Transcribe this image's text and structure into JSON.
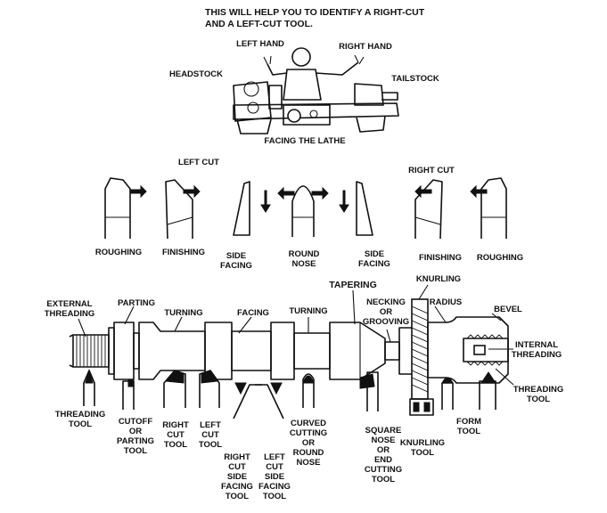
{
  "intro": {
    "line1": "THIS WILL HELP YOU TO IDENTIFY A RIGHT-CUT",
    "line2": "AND A LEFT-CUT TOOL."
  },
  "lathe": {
    "left_hand": "LEFT HAND",
    "right_hand": "RIGHT HAND",
    "headstock": "HEADSTOCK",
    "tailstock": "TAILSTOCK",
    "facing": "FACING THE LATHE"
  },
  "tool_shapes": {
    "left_cut": "LEFT CUT",
    "right_cut": "RIGHT CUT",
    "roughing_left": "ROUGHING",
    "finishing_left": "FINISHING",
    "side_facing_left": [
      "SIDE",
      "FACING"
    ],
    "round_nose": [
      "ROUND",
      "NOSE"
    ],
    "side_facing_right": [
      "SIDE",
      "FACING"
    ],
    "finishing_right": "FINISHING",
    "roughing_right": "ROUGHING"
  },
  "operations": {
    "external_threading": [
      "EXTERNAL",
      "THREADING"
    ],
    "parting": "PARTING",
    "turning_1": "TURNING",
    "facing": "FACING",
    "turning_2": "TURNING",
    "tapering": "TAPERING",
    "knurling": "KNURLING",
    "necking": [
      "NECKING",
      "OR",
      "GROOVING"
    ],
    "radius": "RADIUS",
    "bevel": "BEVEL",
    "internal_threading": [
      "INTERNAL",
      "THREADING"
    ]
  },
  "tools": {
    "threading_tool": [
      "THREADING",
      "TOOL"
    ],
    "cutoff_tool": [
      "CUTOFF",
      "OR",
      "PARTING",
      "TOOL"
    ],
    "right_cut_tool": [
      "RIGHT",
      "CUT",
      "TOOL"
    ],
    "left_cut_tool": [
      "LEFT",
      "CUT",
      "TOOL"
    ],
    "right_cut_side_facing_tool": [
      "RIGHT",
      "CUT",
      "SIDE",
      "FACING",
      "TOOL"
    ],
    "left_cut_side_facing_tool": [
      "LEFT",
      "CUT",
      "SIDE",
      "FACING",
      "TOOL"
    ],
    "curved_cutting_tool": [
      "CURVED",
      "CUTTING",
      "OR",
      "ROUND",
      "NOSE"
    ],
    "square_nose_tool": [
      "SQUARE",
      "NOSE",
      "OR",
      "END",
      "CUTTING",
      "TOOL"
    ],
    "knurling_tool": [
      "KNURLING",
      "TOOL"
    ],
    "form_tool": [
      "FORM",
      "TOOL"
    ],
    "threading_tool_internal": [
      "THREADING",
      "TOOL"
    ]
  }
}
